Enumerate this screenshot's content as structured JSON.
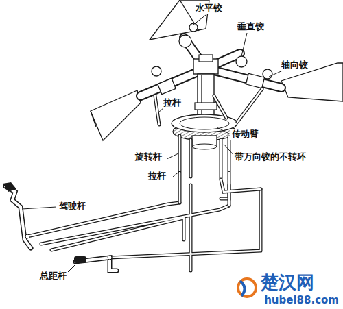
{
  "diagram": {
    "labels": [
      "水平铰",
      "垂直铰",
      "轴向铰",
      "拉杆",
      "传动臂",
      "旋转杆",
      "带万向铰的不转环",
      "拉杆",
      "驾驶杆",
      "总距杆",
      "楚汉网",
      "hubei88.com"
    ]
  }
}
